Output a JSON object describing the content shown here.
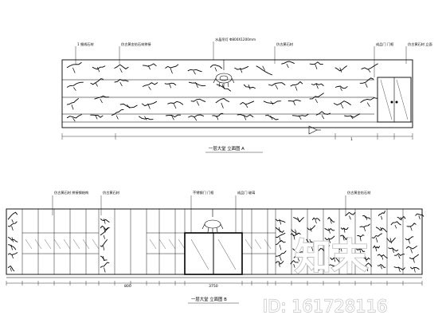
{
  "elevation_a": {
    "callouts": [
      "1 细线石材",
      "仿古黄金钻石材拼接",
      "水晶吊灯 Φ800X1200mm",
      "仿古黄石材",
      "成品门 门框",
      "仿古黄石材 立面"
    ],
    "dims": [
      "1"
    ],
    "caption": "一层大堂 立面图 A"
  },
  "elevation_b": {
    "callouts": [
      "仿古黄石材 拼接钢结构",
      "仿古黄石材",
      "不锈钢门 门框",
      "成品门 玻璃",
      "仿古黄金钻石材"
    ],
    "dims": [
      "800",
      "3750"
    ],
    "caption": "一层大堂 立面图 B"
  },
  "watermark": {
    "logo": "知末",
    "id_text": "ID: 161728116"
  },
  "colors": {
    "line": "#000000",
    "watermark": "#b9b9b9"
  }
}
